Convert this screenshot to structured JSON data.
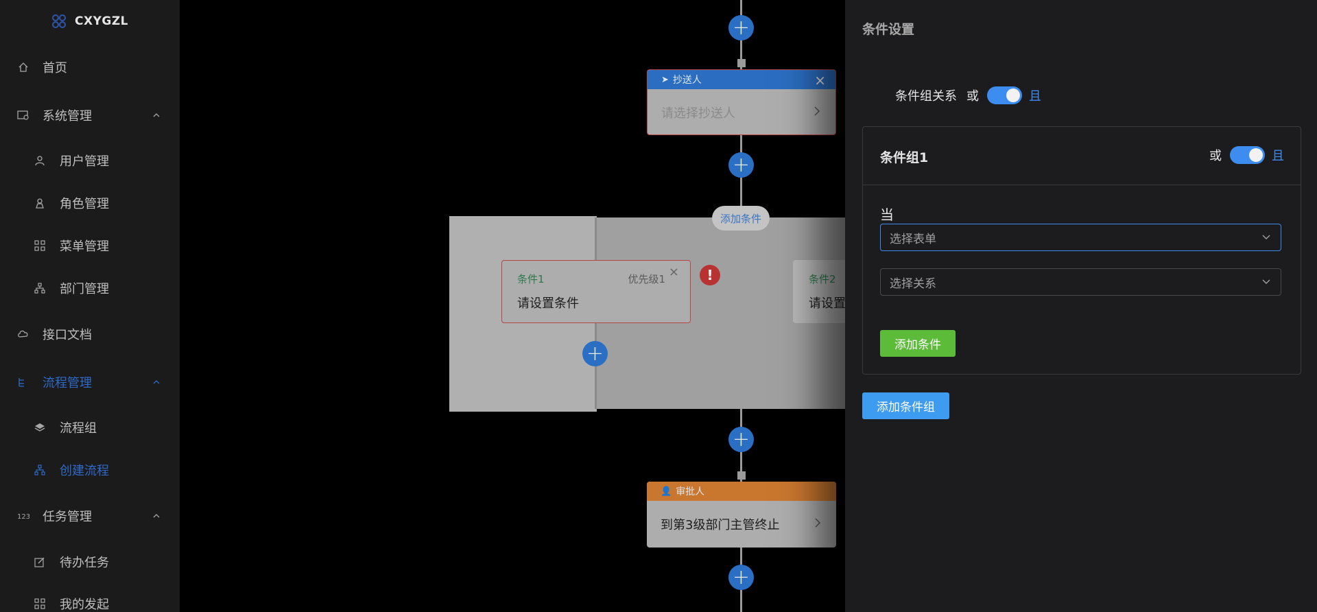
{
  "sidebar": {
    "logo_text": "CXYGZL",
    "items": [
      {
        "label": "首页",
        "icon": "home-icon"
      },
      {
        "label": "系统管理",
        "icon": "settings-icon"
      },
      {
        "label": "用户管理",
        "icon": "user-icon"
      },
      {
        "label": "角色管理",
        "icon": "role-icon"
      },
      {
        "label": "菜单管理",
        "icon": "grid-icon"
      },
      {
        "label": "部门管理",
        "icon": "org-icon"
      },
      {
        "label": "接口文档",
        "icon": "cloud-icon"
      },
      {
        "label": "流程管理",
        "icon": "tree-icon"
      },
      {
        "label": "流程组",
        "icon": "layers-icon"
      },
      {
        "label": "创建流程",
        "icon": "org-icon"
      },
      {
        "label": "任务管理",
        "icon": "number-icon"
      },
      {
        "label": "待办任务",
        "icon": "edit-icon"
      },
      {
        "label": "我的发起",
        "icon": "grid-icon"
      }
    ]
  },
  "canvas": {
    "cc_node": {
      "title": "抄送人",
      "placeholder": "请选择抄送人"
    },
    "add_condition_label": "添加条件",
    "condition_1": {
      "title": "条件1",
      "priority": "优先级1",
      "text": "请设置条件"
    },
    "condition_2": {
      "title": "条件2",
      "text": "请设置"
    },
    "approver_node": {
      "title": "审批人",
      "text": "到第3级部门主管终止"
    },
    "error_mark": "!"
  },
  "panel": {
    "title": "条件设置",
    "group_relation": {
      "label": "条件组关系",
      "off": "或",
      "on": "且"
    },
    "group": {
      "title": "条件组1",
      "off": "或",
      "on": "且",
      "when_label": "当",
      "form_select_placeholder": "选择表单",
      "relation_select_placeholder": "选择关系",
      "add_condition_button": "添加条件"
    },
    "add_group_button": "添加条件组"
  }
}
